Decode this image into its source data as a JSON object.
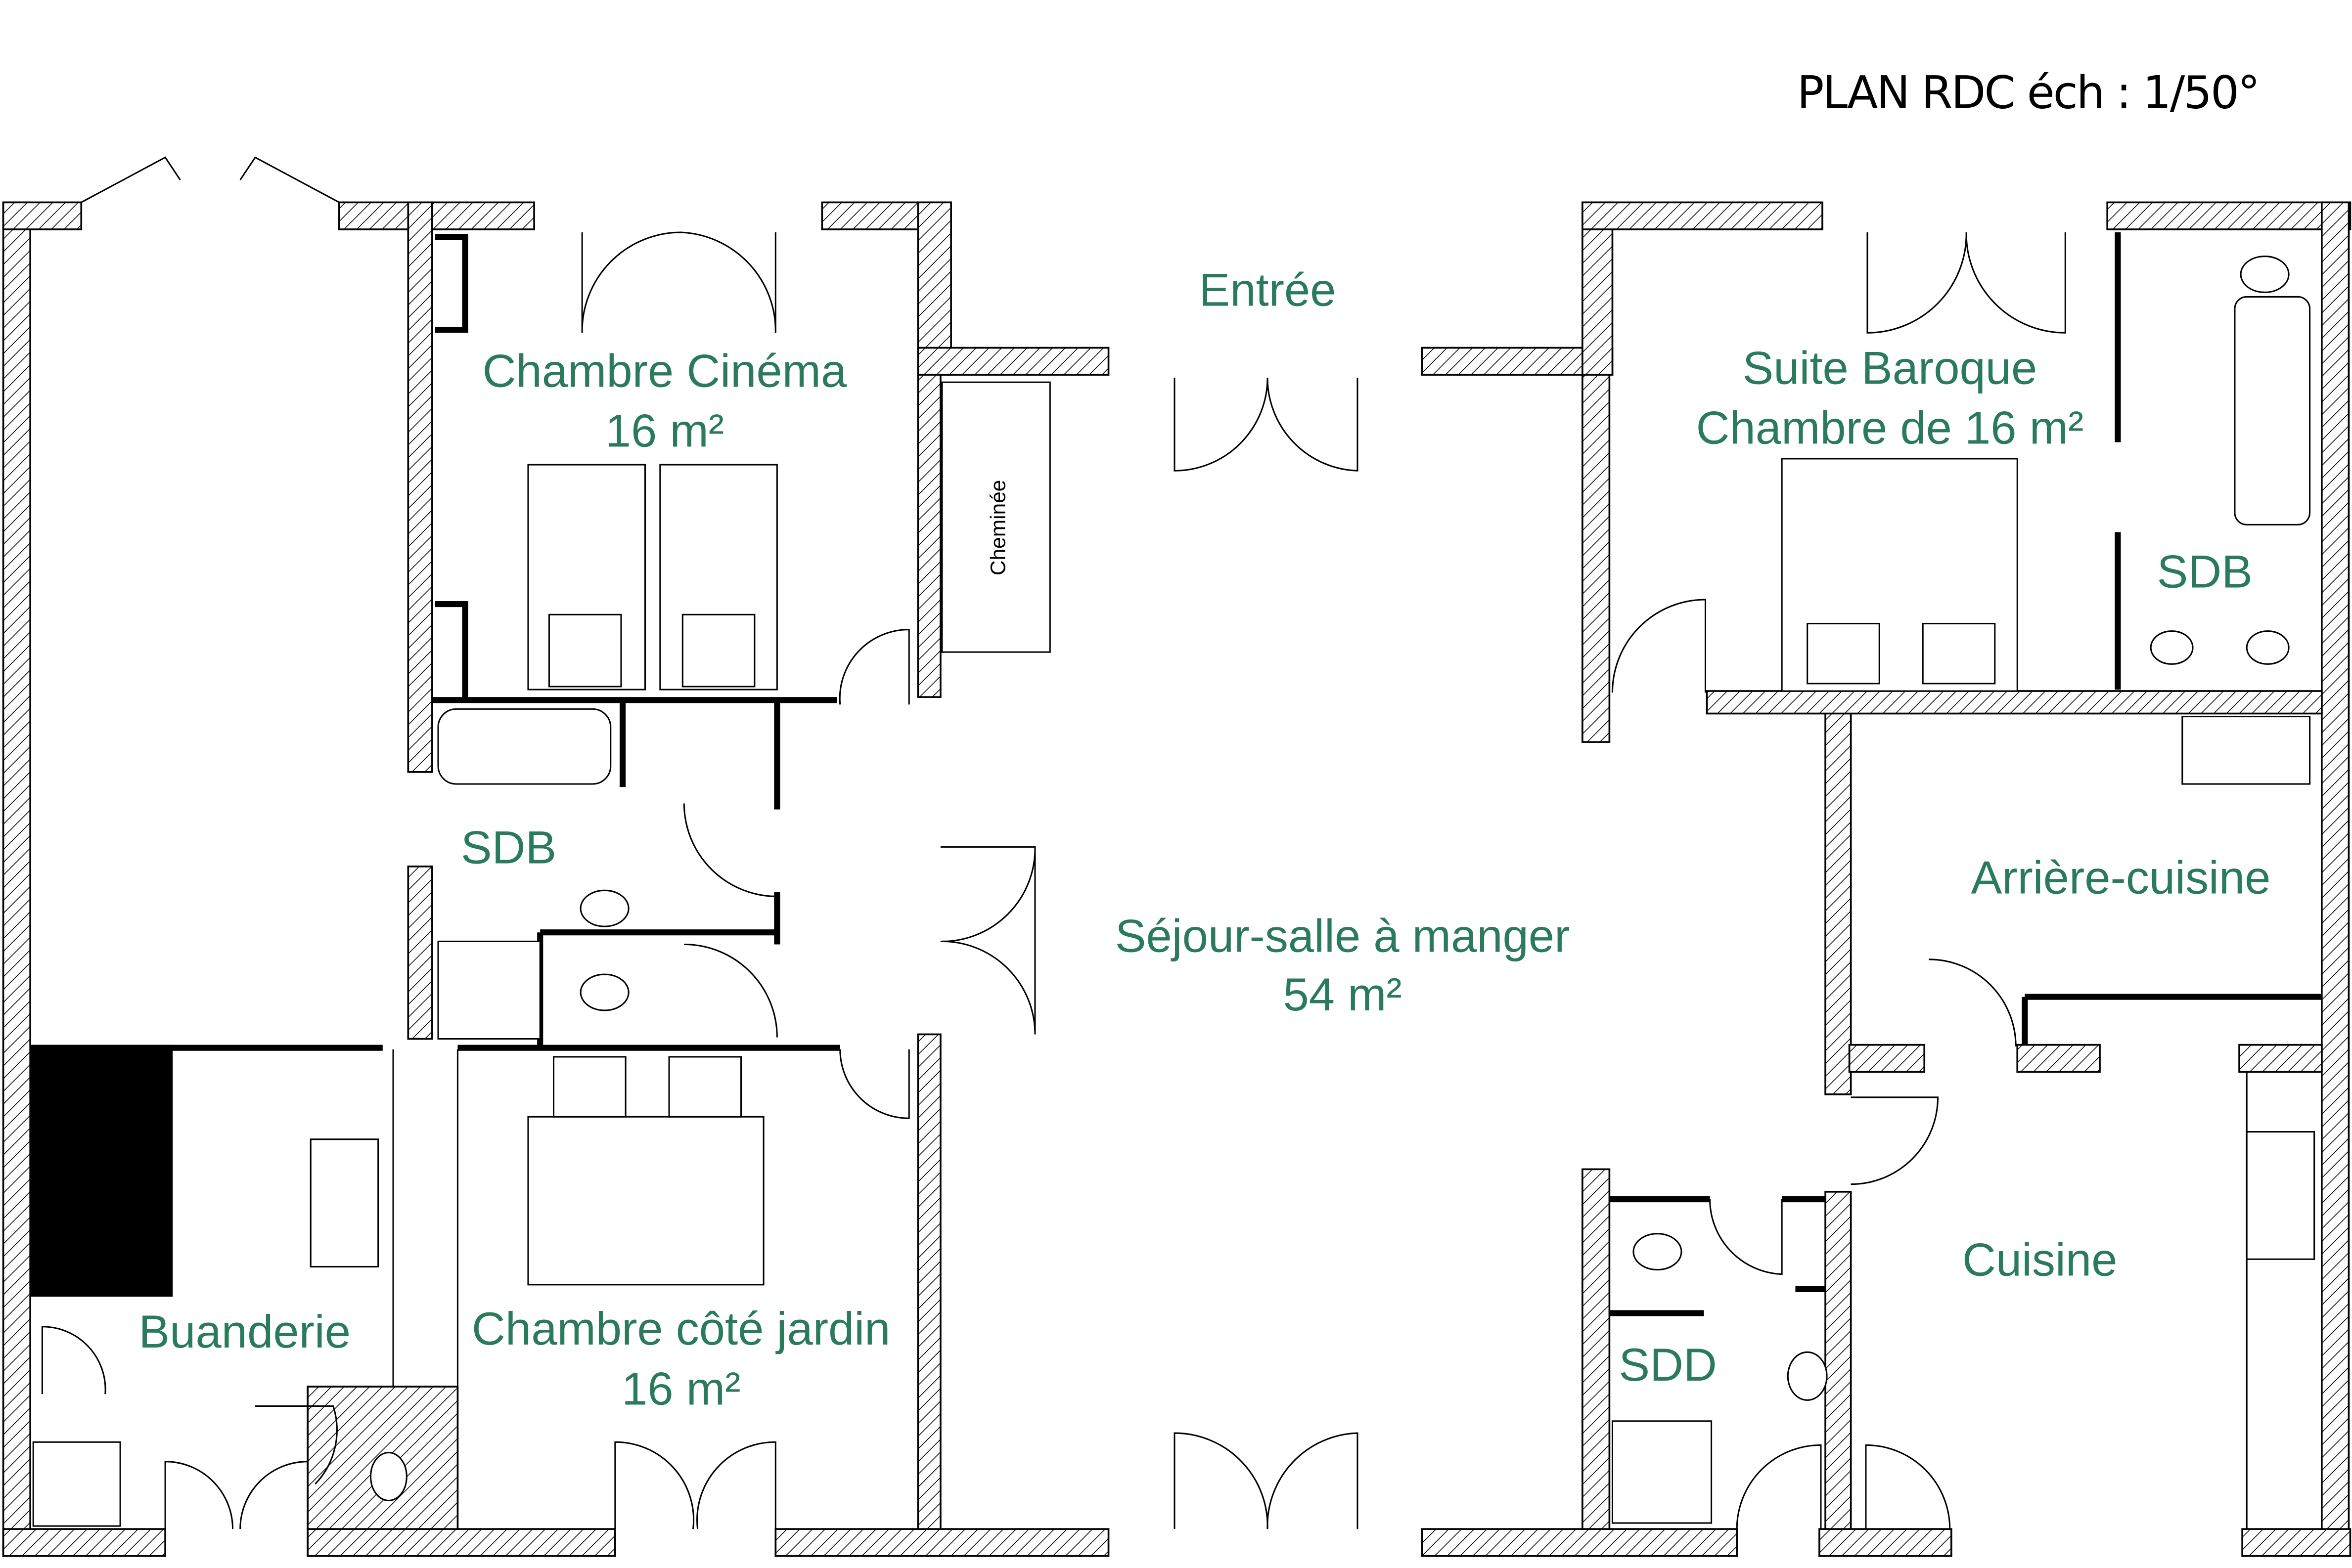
{
  "title": "PLAN RDC éch : 1/50°",
  "rooms": {
    "entree": "Entrée",
    "chambre_cinema": "Chambre Cinéma",
    "chambre_cinema_area": "16 m²",
    "suite_baroque": "Suite Baroque",
    "suite_baroque_area": "Chambre de 16 m²",
    "sdb_suite": "SDB",
    "sdb_left": "SDB",
    "sdd": "SDD",
    "arriere_cuisine": "Arrière-cuisine",
    "sejour": "Séjour-salle à manger",
    "sejour_area": "54 m²",
    "buanderie": "Buanderie",
    "chambre_jardin": "Chambre côté jardin",
    "chambre_jardin_area": "16 m²",
    "cuisine": "Cuisine",
    "cheminee": "Cheminée"
  },
  "colors": {
    "label": "#2a7a5c",
    "walls": "#000000"
  }
}
